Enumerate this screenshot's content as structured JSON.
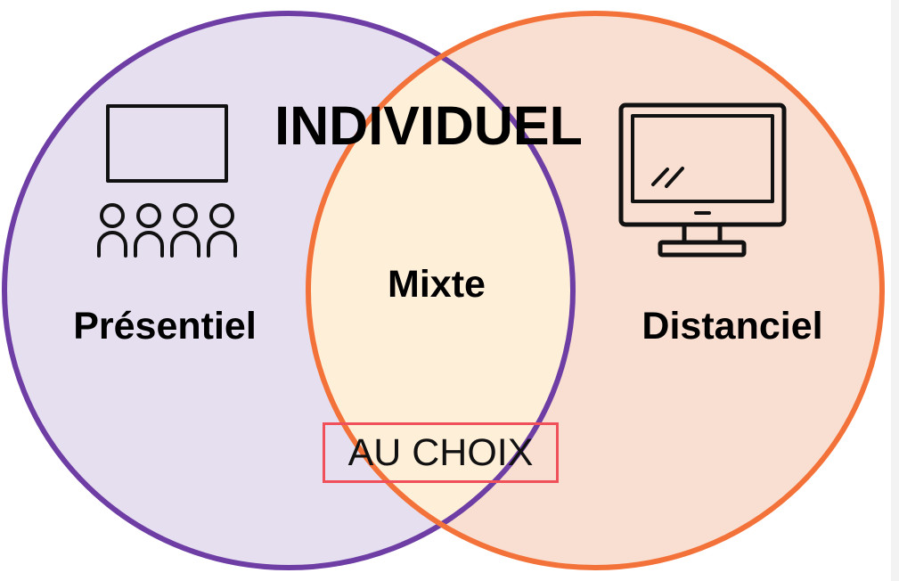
{
  "diagram": {
    "title": "INDIVIDUEL",
    "left_circle": {
      "label": "Présentiel",
      "icon": "classroom-audience-icon",
      "fill_color": "#e6dff0",
      "stroke_color": "#6e3ea5"
    },
    "right_circle": {
      "label": "Distanciel",
      "icon": "desktop-monitor-icon",
      "fill_color": "#f9dfd1",
      "stroke_color": "#f37239"
    },
    "overlap": {
      "label": "Mixte",
      "fill_color": "#feefd9"
    },
    "choice_box": {
      "label": "AU CHOIX",
      "border_color": "#f0505a"
    }
  }
}
